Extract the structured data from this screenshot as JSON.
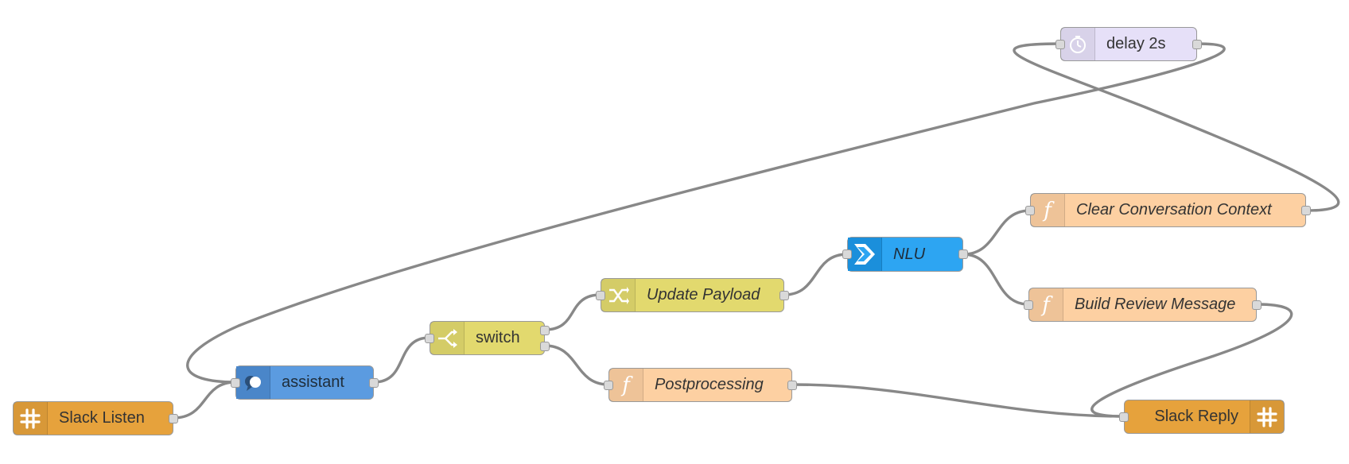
{
  "flow": {
    "nodes": {
      "delay": {
        "label": "delay 2s",
        "icon": "timer-icon",
        "color": "#e6e0f8"
      },
      "clear_context": {
        "label": "Clear Conversation Context",
        "icon": "function-icon",
        "color": "#fdd0a2"
      },
      "nlu": {
        "label": "NLU",
        "icon": "watson-nlu-icon",
        "color": "#2da5f2"
      },
      "update_payload": {
        "label": "Update Payload",
        "icon": "change-icon",
        "color": "#e2d96e"
      },
      "build_review": {
        "label": "Build Review Message",
        "icon": "function-icon",
        "color": "#fdd0a2"
      },
      "switch": {
        "label": "switch",
        "icon": "switch-icon",
        "color": "#e2d96e"
      },
      "assistant": {
        "label": "assistant",
        "icon": "assistant-chat-icon",
        "color": "#5b9be0"
      },
      "postprocessing": {
        "label": "Postprocessing",
        "icon": "function-icon",
        "color": "#fdd0a2"
      },
      "slack_listen": {
        "label": "Slack Listen",
        "icon": "slack-icon",
        "color": "#e6a23c"
      },
      "slack_reply": {
        "label": "Slack Reply",
        "icon": "slack-icon",
        "color": "#e6a23c"
      }
    },
    "function_glyph": "f",
    "wire_color": "#888888"
  }
}
